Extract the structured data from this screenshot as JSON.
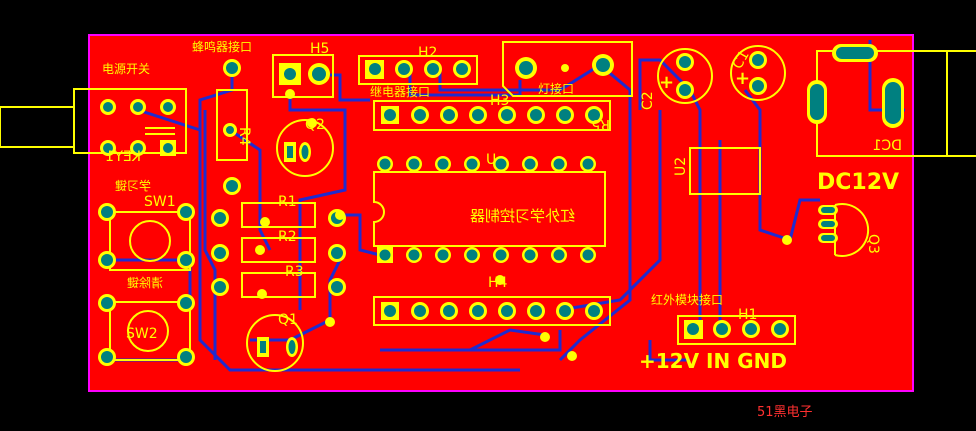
{
  "components": {
    "h5": "H5",
    "h2": "H2",
    "h3": "H3",
    "h4": "H4",
    "h1": "H1",
    "r1": "R1",
    "r2": "R2",
    "r3": "R3",
    "r4": "R4",
    "r5": "R5",
    "q1": "Q1",
    "q2": "Q2",
    "q3": "Q3",
    "c1": "C1",
    "c2": "C2",
    "u1": "U",
    "u2": "U2",
    "sw1": "SW1",
    "sw2": "SW2",
    "key1": "KEY1",
    "dc1": "DC1"
  },
  "silkscreen": {
    "power_switch": "电源开关",
    "buzzer_port": "蜂鸣器接口",
    "relay_port": "继电器接口",
    "light_port": "灯接口",
    "learn_key": "学习键",
    "clear_key": "清除键",
    "chip_name": "红外学习控制器",
    "ir_module_port": "红外模块接口",
    "dc_label": "DC12V",
    "power_pins": "+12V IN GND",
    "plus_c1": "+",
    "plus_c2": "+"
  },
  "footer": {
    "watermark": "51黑电子"
  },
  "colors": {
    "board": "#ff0000",
    "outline": "#ff00ff",
    "silkscreen": "#ffff00",
    "pad": "#008080",
    "trace": "#0000cc"
  }
}
